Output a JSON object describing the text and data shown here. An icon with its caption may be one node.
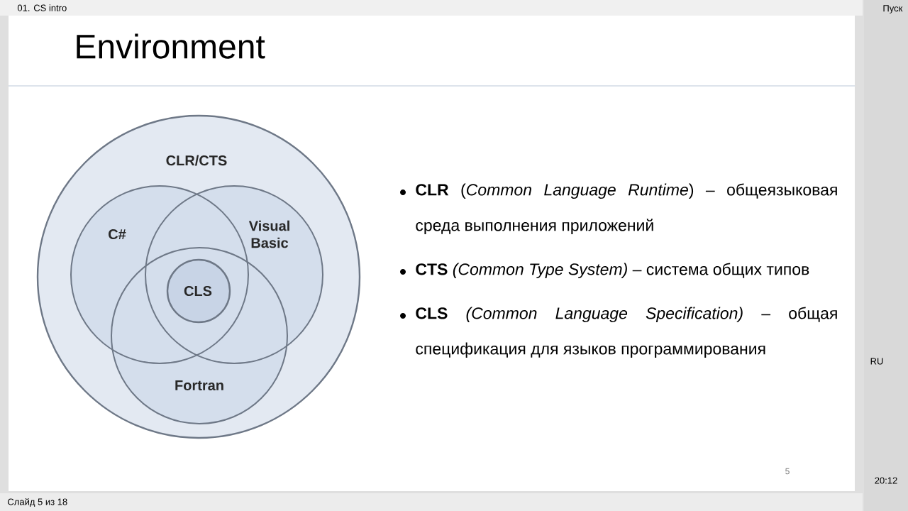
{
  "diagram": {
    "title": "Environment",
    "nodes": [
      {
        "text": [
          "CLR/CTS"
        ]
      },
      {
        "text": [
          "C#"
        ],
        "in": 0
      },
      {
        "text": [
          "Visual Basic"
        ],
        "in": 0
      },
      {
        "text": [
          "Fortran"
        ],
        "in": 0
      },
      {
        "text": [
          "CLS"
        ]
      }
    ],
    "edges": [],
    "labels": [
      "01. CS intro",
      "**CLR** (*Common Language Runtime*) – общеязыковая среда выполнения приложений",
      "**CTS** *(Common Type System)* – система общих типов",
      "**CLS** *(Common Language Specification)* – общая спецификация для языков программирования",
      "5",
      "Слайд 5 из 18",
      "Пуск",
      "RU",
      "20:12"
    ]
  }
}
